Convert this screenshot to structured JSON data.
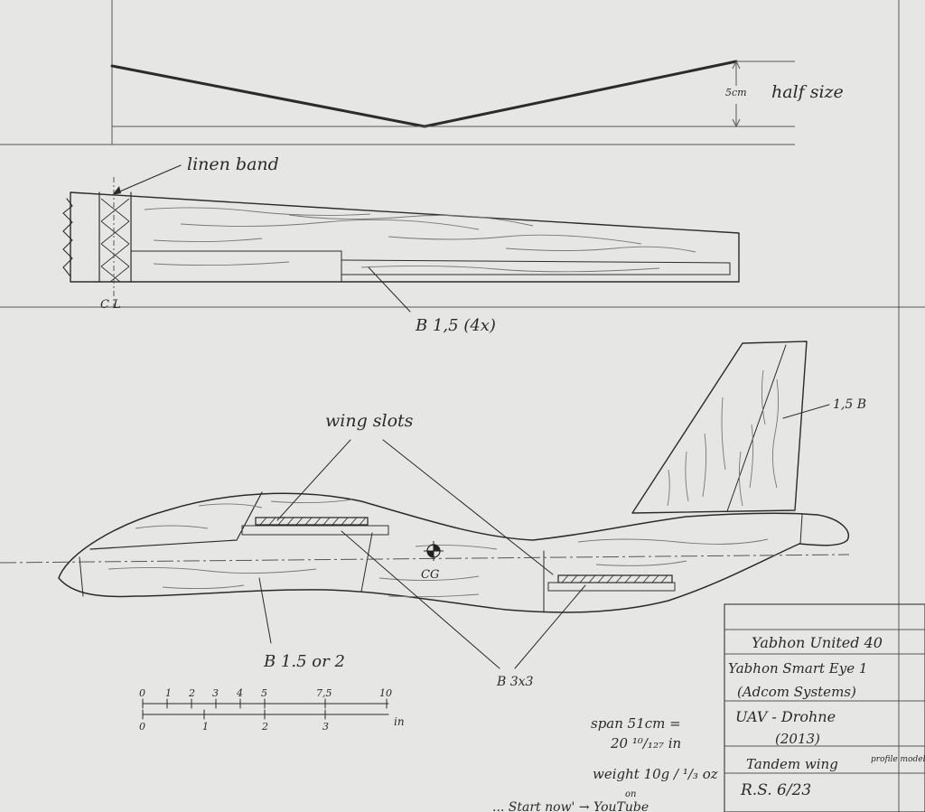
{
  "annotations": {
    "half_size": "half size",
    "dim_5cm": "5cm",
    "linen_band": "linen band",
    "centerline": "C L",
    "b15_4x": "B 1,5 (4x)",
    "wing_slots": "wing slots",
    "fin_15b": "1,5 B",
    "cg": "CG",
    "b15_or_2": "B 1.5 or 2",
    "b3x3": "B 3x3"
  },
  "scale_bar": {
    "cm_ticks": [
      "0",
      "1",
      "2",
      "3",
      "4",
      "5",
      "7,5",
      "10"
    ],
    "in_ticks": [
      "0",
      "1",
      "2",
      "3"
    ],
    "in_unit": "in"
  },
  "specs": {
    "span_line1": "span 51cm =",
    "span_line2": "20 ¹⁰/₁₂₇ in",
    "weight": "weight 10g / ¹/₃ oz"
  },
  "title_block": {
    "line1": "Yabhon United 40",
    "line2": "Yabhon Smart Eye 1",
    "line3": "(Adcom Systems)",
    "line4": "UAV - Drohne",
    "line5": "(2013)",
    "line6": "Tandem wing",
    "line6_note": "profile model",
    "signature": "R.S. 6/23"
  },
  "footer": {
    "bottom_text": "... Start now' → YouTube",
    "on": "on"
  }
}
